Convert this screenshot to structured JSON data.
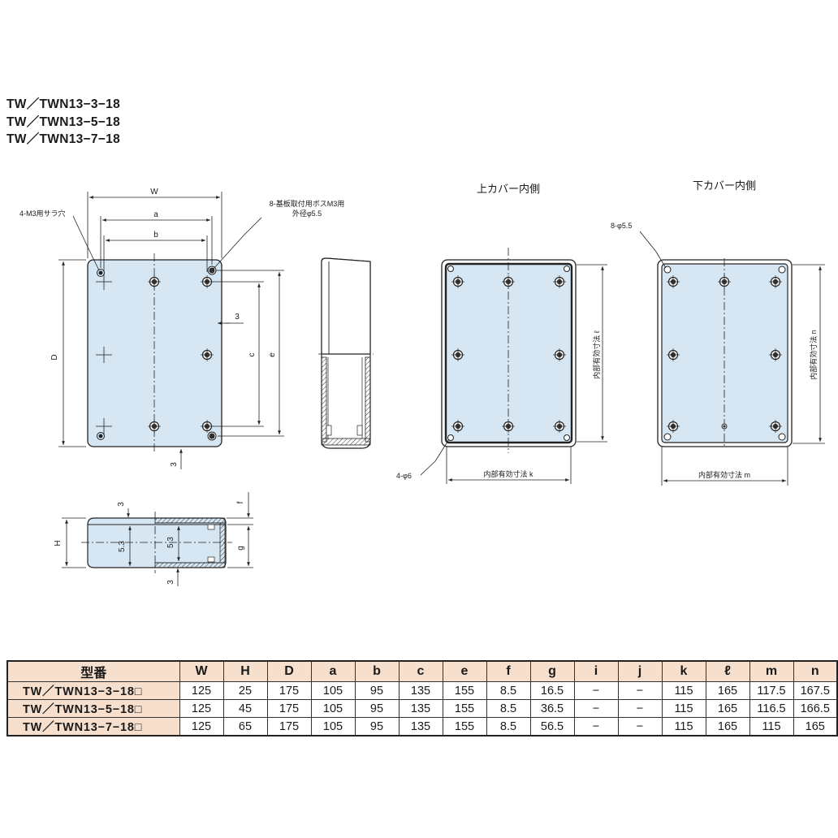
{
  "models": [
    "TW／TWN13−3−18",
    "TW／TWN13−5−18",
    "TW／TWN13−7−18"
  ],
  "drawing": {
    "dim_W": "W",
    "dim_a": "a",
    "dim_b": "b",
    "dim_c": "c",
    "dim_e": "e",
    "dim_D": "D",
    "dim_H": "H",
    "dim_f": "f",
    "dim_g": "g",
    "dim_3_right": "3",
    "dim_3_bottom": "3",
    "dim_3_side_top": "3",
    "dim_3_side_bottom": "3",
    "dim_53_left": "5.3",
    "dim_53_right": "5.3",
    "label_countersink": "4-M3用サラ穴",
    "label_boss_line1": "8-基板取付用ボスM3用",
    "label_boss_line2": "外径φ5.5",
    "upper_cover_title": "上カバー内側",
    "lower_cover_title": "下カバー内側",
    "label_hole_upper": "4-φ6",
    "label_hole_lower": "8-φ5.5",
    "upper_inner_k": "内部有効寸法 k",
    "upper_inner_l": "内部有効寸法 ℓ",
    "lower_inner_m": "内部有効寸法 m",
    "lower_inner_n": "内部有効寸法 n"
  },
  "colors": {
    "box_fill": "#d6e6f2",
    "header_fill": "#f6dfcc",
    "line": "#222222"
  },
  "table": {
    "headers": [
      "型番",
      "W",
      "H",
      "D",
      "a",
      "b",
      "c",
      "e",
      "f",
      "g",
      "i",
      "j",
      "k",
      "ℓ",
      "m",
      "n"
    ],
    "rows": [
      [
        "TW／TWN13−3−18□",
        "125",
        "25",
        "175",
        "105",
        "95",
        "135",
        "155",
        "8.5",
        "16.5",
        "−",
        "−",
        "115",
        "165",
        "117.5",
        "167.5"
      ],
      [
        "TW／TWN13−5−18□",
        "125",
        "45",
        "175",
        "105",
        "95",
        "135",
        "155",
        "8.5",
        "36.5",
        "−",
        "−",
        "115",
        "165",
        "116.5",
        "166.5"
      ],
      [
        "TW／TWN13−7−18□",
        "125",
        "65",
        "175",
        "105",
        "95",
        "135",
        "155",
        "8.5",
        "56.5",
        "−",
        "−",
        "115",
        "165",
        "115",
        "165"
      ]
    ]
  }
}
